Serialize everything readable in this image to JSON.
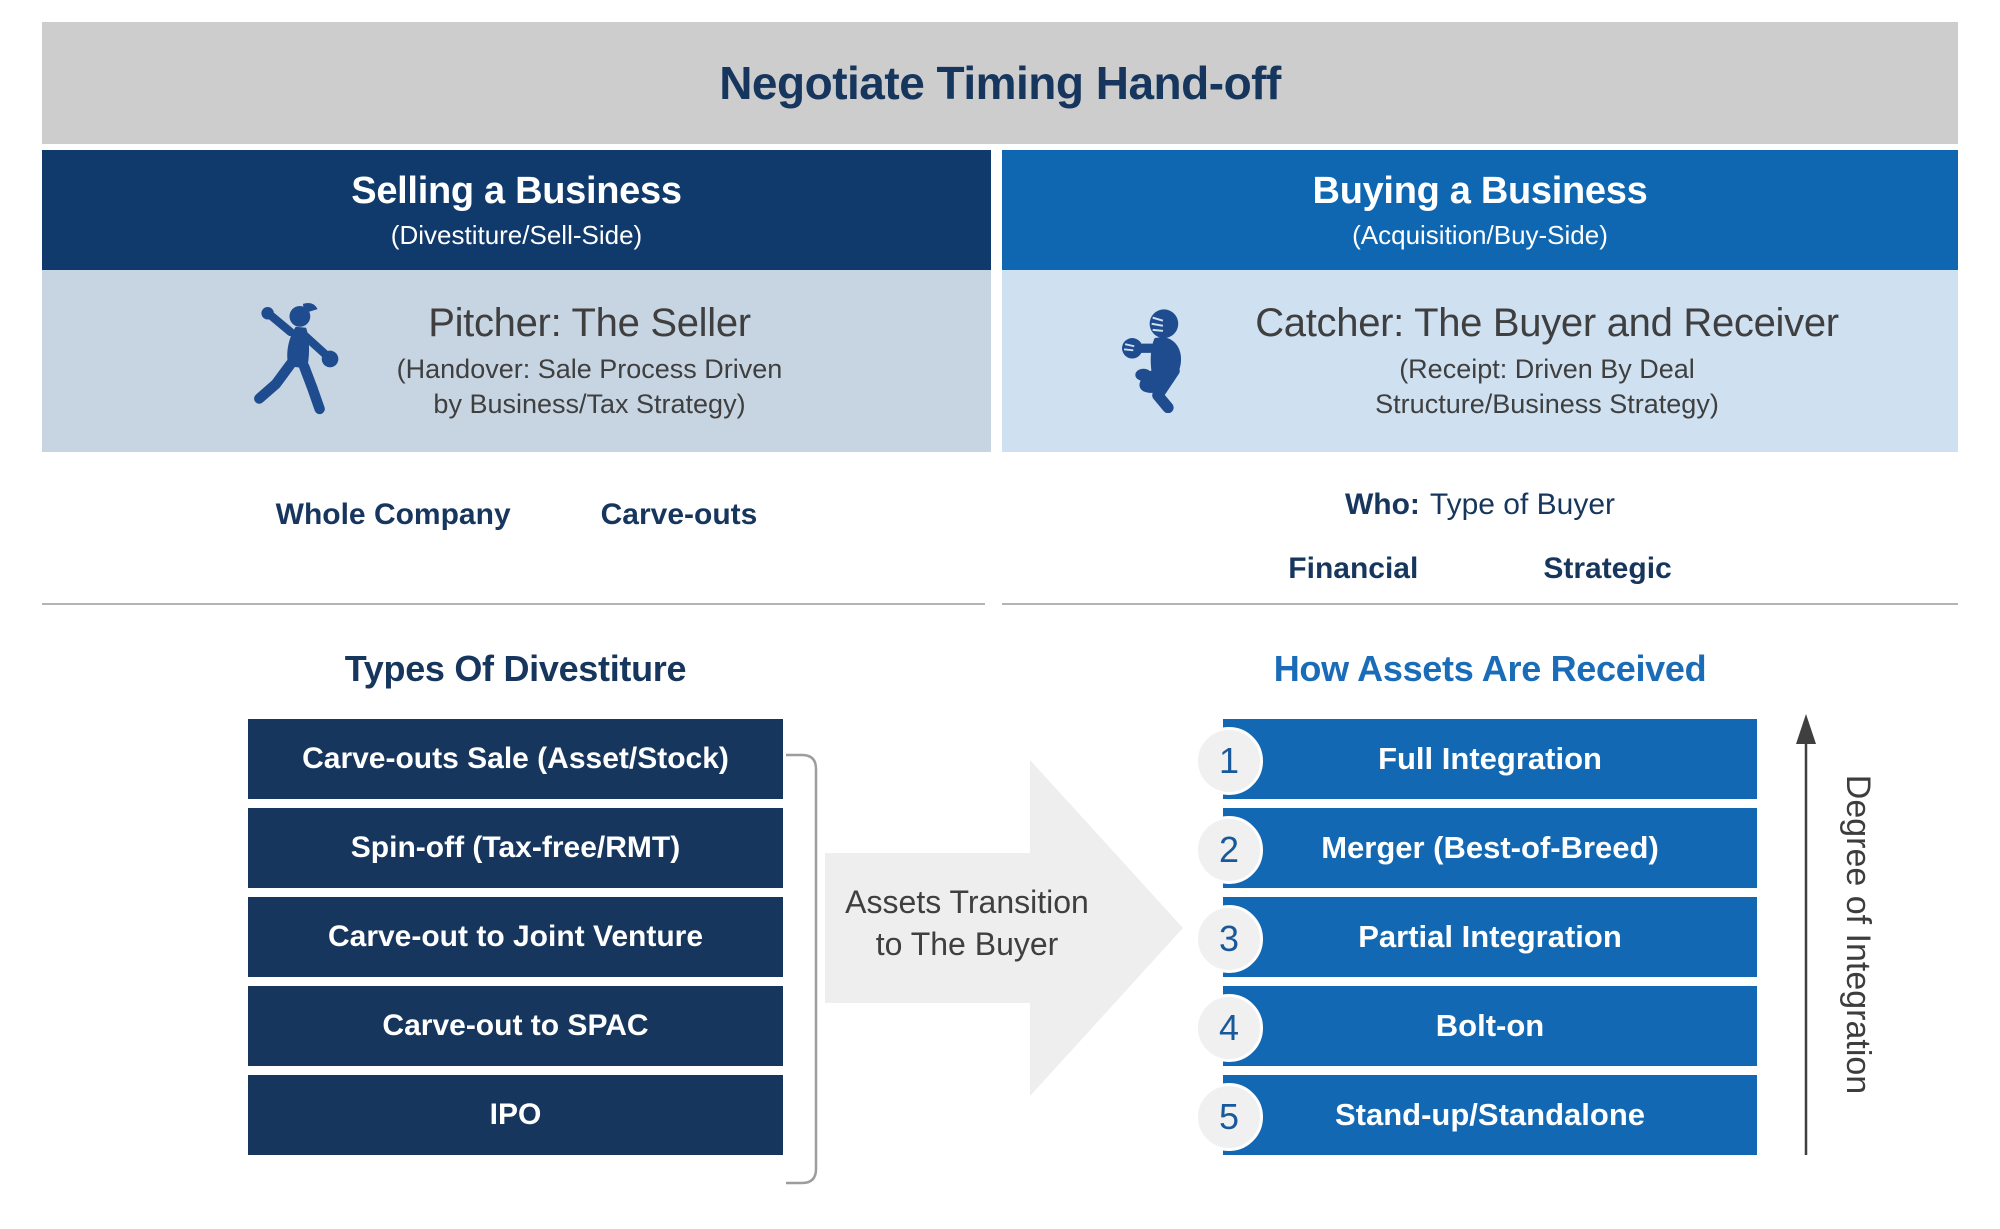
{
  "title": "Negotiate Timing Hand-off",
  "sell": {
    "header": "Selling a Business",
    "header_sub": "(Divestiture/Sell-Side)",
    "role_title": "Pitcher: The Seller",
    "role_sub1": "(Handover: Sale Process Driven",
    "role_sub2": "by Business/Tax Strategy)",
    "icon": "pitcher-icon",
    "scope_labels": [
      "Whole Company",
      "Carve-outs"
    ],
    "section_heading": "Types Of Divestiture",
    "items": [
      "Carve-outs Sale (Asset/Stock)",
      "Spin-off (Tax-free/RMT)",
      "Carve-out to Joint Venture",
      "Carve-out to SPAC",
      "IPO"
    ]
  },
  "buy": {
    "header": "Buying a Business",
    "header_sub": "(Acquisition/Buy-Side)",
    "role_title": "Catcher: The Buyer and Receiver",
    "role_sub1": "(Receipt: Driven By Deal",
    "role_sub2": "Structure/Business Strategy)",
    "icon": "catcher-icon",
    "who_label": "Who:",
    "who_text": "Type of Buyer",
    "buyer_types": [
      "Financial",
      "Strategic"
    ],
    "section_heading": "How Assets Are Received",
    "items": [
      {
        "num": "1",
        "label": "Full Integration"
      },
      {
        "num": "2",
        "label": "Merger (Best-of-Breed)"
      },
      {
        "num": "3",
        "label": "Partial Integration"
      },
      {
        "num": "4",
        "label": "Bolt-on"
      },
      {
        "num": "5",
        "label": "Stand-up/Standalone"
      }
    ]
  },
  "arrow": {
    "line1": "Assets Transition",
    "line2": "to The Buyer"
  },
  "axis": {
    "label": "Degree of Integration"
  },
  "colors": {
    "title_band_bg": "#cdcdcd",
    "navy_header_bg": "#0f3a6b",
    "blue_header_bg": "#0f67b2",
    "sell_band_bg": "#c7d5e3",
    "buy_band_bg": "#cfe0f1",
    "navy_bar_bg": "#17365d",
    "blue_bar_bg": "#1268b3",
    "navy_text": "#17365d",
    "blue_heading_text": "#1b6cb8",
    "dark_gray_text": "#3f3f3f",
    "arrow_fill": "#eeeeee",
    "circle_fill": "#f0f0f0",
    "circle_number": "#19599b",
    "icon_blue": "#1e4c8f"
  }
}
